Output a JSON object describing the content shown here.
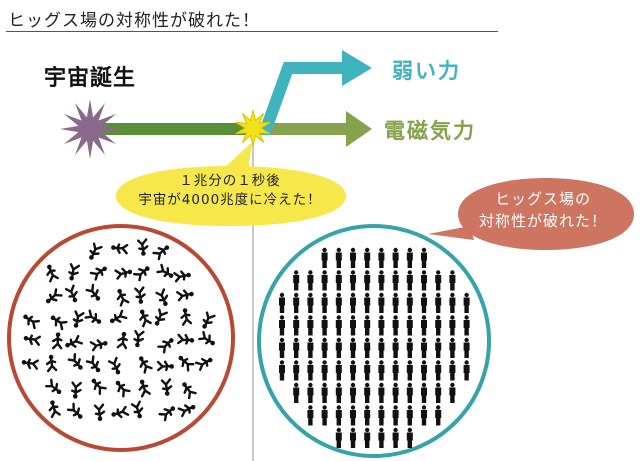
{
  "title": "ヒッグス場の対称性が破れた！",
  "labels": {
    "big_bang": "宇宙誕生",
    "weak_force": "弱い力",
    "electromagnetic_force": "電磁気力"
  },
  "cooling_note": {
    "line1": "１兆分の１秒後",
    "line2": "宇宙が4000兆度に冷えた！"
  },
  "symmetry_broken_note": {
    "line1": "ヒッグス場の",
    "line2": "対称性が破れた！"
  },
  "colors": {
    "weak": "#3fb4be",
    "electromagnetic": "#86a24c",
    "unified_arrow": "#5a8f3a",
    "big_bang_star": "#8a6a8c",
    "breaking_star": "#f2e11a",
    "yellow_bubble": "#f6e84a",
    "red_bubble": "#cd7561",
    "left_circle": "#b84a35",
    "right_circle": "#34a3aa",
    "divider": "#c8c8c8"
  },
  "icons": {
    "big_bang": "starburst-icon",
    "symmetry_breaking": "starburst-icon",
    "chaotic_people": "running-person-icon",
    "ordered_people": "standing-person-icon"
  }
}
